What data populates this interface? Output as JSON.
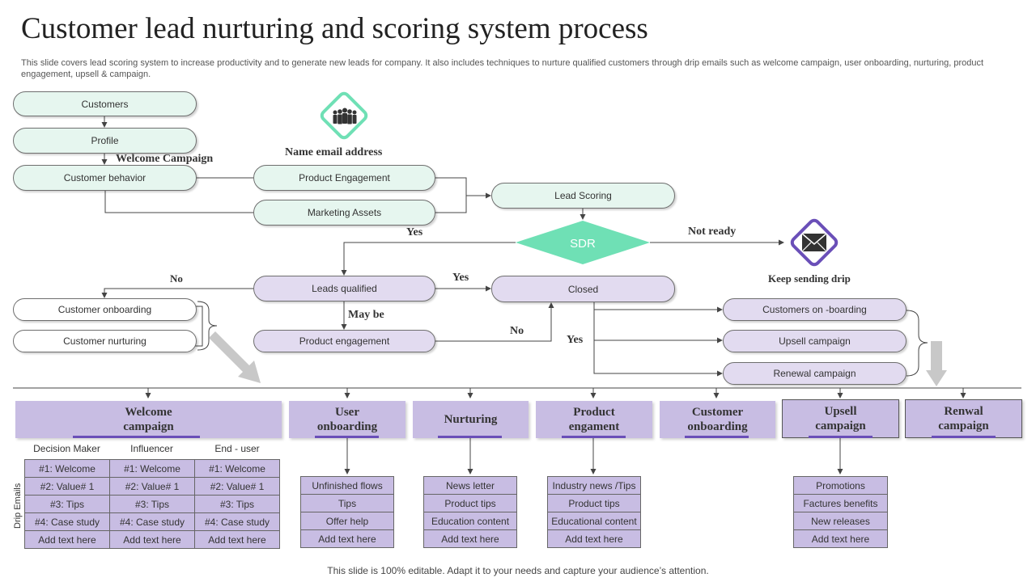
{
  "title": "Customer lead nurturing and scoring system process",
  "subtitle": "This slide covers lead scoring system to increase productivity and to  generate new leads for company. It  also includes techniques to nurture qualified customers through drip emails such as welcome campaign, user onboarding, nurturing, product engagement, upsell & campaign.",
  "nodes": {
    "customers": "Customers",
    "profile": "Profile",
    "customer_behavior": "Customer behavior",
    "product_engagement_top": "Product Engagement",
    "marketing_assets": "Marketing Assets",
    "lead_scoring": "Lead Scoring",
    "sdr": "SDR",
    "leads_qualified": "Leads qualified",
    "closed": "Closed",
    "product_engagement_low": "Product engagement",
    "customer_onboarding": "Customer onboarding",
    "customer_nurturing": "Customer nurturing",
    "customers_onboarding_r": "Customers on -boarding",
    "upsell_campaign": "Upsell campaign",
    "renewal_campaign": "Renewal campaign"
  },
  "labels": {
    "welcome_campaign": "Welcome Campaign",
    "name_email": "Name email address",
    "yes_1": "Yes",
    "not_ready": "Not ready",
    "keep_sending": "Keep sending drip",
    "no": "No",
    "yes_2": "Yes",
    "may_be": "May be",
    "no_2": "No",
    "yes_3": "Yes"
  },
  "icons": {
    "people": "people-group-icon",
    "mail": "envelope-icon"
  },
  "colors": {
    "green_fill": "#e6f6ef",
    "purple_fill": "#e2dbf0",
    "header_fill": "#c8bde3",
    "sdr_fill": "#6fe0b5",
    "accent_purple": "#6a4fb8",
    "accent_green": "#6fe0b5"
  },
  "headers": [
    "Welcome campaign",
    "User onboarding",
    "Nurturing",
    "Product engament",
    "Customer onboarding",
    "Upsell campaign",
    "Renwal campaign"
  ],
  "welcome_table": {
    "columns": [
      "Decision Maker",
      "Influencer",
      "End - user"
    ],
    "rows": [
      [
        "#1: Welcome",
        "#1: Welcome",
        "#1: Welcome"
      ],
      [
        "#2: Value# 1",
        "#2: Value# 1",
        "#2: Value# 1"
      ],
      [
        "#3: Tips",
        "#3: Tips",
        "#3: Tips"
      ],
      [
        "#4: Case study",
        "#4: Case study",
        "#4: Case study"
      ],
      [
        "Add text here",
        "Add text here",
        "Add text here"
      ]
    ]
  },
  "drip_label": "Drip Emails",
  "lists": {
    "user_onboarding": [
      "Unfinished flows",
      "Tips",
      "Offer help",
      "Add text here"
    ],
    "nurturing": [
      "News letter",
      "Product tips",
      "Education content",
      "Add text here"
    ],
    "product_engament": [
      "Industry news /Tips",
      "Product tips",
      "Educational content",
      "Add text here"
    ],
    "upsell_campaign": [
      "Promotions",
      "Factures benefits",
      "New releases",
      "Add text here"
    ]
  },
  "footer": "This slide is 100% editable. Adapt it to your needs and capture your audience’s attention."
}
